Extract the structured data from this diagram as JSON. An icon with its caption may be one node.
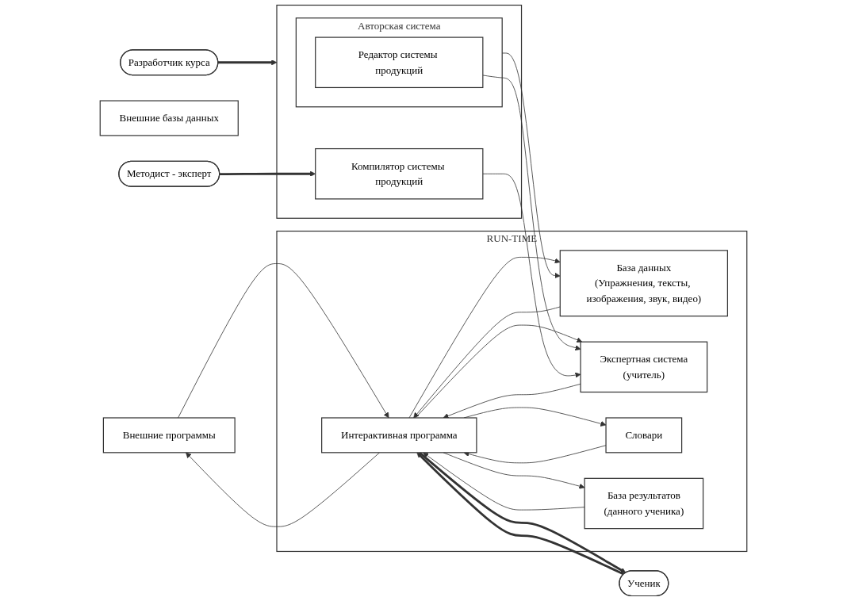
{
  "diagram": {
    "nodes": [
      {
        "text": [
          "Внешние программы"
        ]
      },
      {
        "text": [
          "Внешние базы данных"
        ]
      },
      {
        "text": [
          "RUN-TIME"
        ]
      },
      {
        "text": [
          "База данных",
          "(Упражнения, тексты, изображения, звук, видео)"
        ],
        "in": 2
      },
      {
        "text": [
          "Интерактивная программа"
        ],
        "in": 2
      },
      {
        "text": [
          "Экспертная система",
          "(учитель)"
        ],
        "in": 2
      },
      {
        "text": [
          "Словари"
        ],
        "in": 2
      },
      {
        "text": [
          "База результатов",
          "(данного ученика)"
        ],
        "in": 2
      },
      {
        "text": [
          "Ученик"
        ]
      },
      {
        "text": [
          "Разработчик курса"
        ]
      },
      {
        "text": [],
        "shape": "box"
      },
      {
        "text": [
          "Авторская система"
        ],
        "in": 10
      },
      {
        "text": [
          "Редактор системы продукций"
        ],
        "in": 11
      },
      {
        "text": [
          "Компилятор системы продукций"
        ],
        "in": 10
      },
      {
        "text": [
          "Методист - эксперт"
        ]
      }
    ],
    "edges": [
      {
        "from": 4,
        "to": 0,
        "arrow": "to"
      },
      {
        "from": 0,
        "to": 4,
        "arrow": "to"
      },
      {
        "from": 4,
        "to": 3,
        "arrow": "to"
      },
      {
        "from": 3,
        "to": 4,
        "arrow": "to"
      },
      {
        "from": 5,
        "to": 4,
        "arrow": "to"
      },
      {
        "from": 4,
        "to": 5,
        "arrow": "to"
      },
      {
        "from": 6,
        "to": 4,
        "arrow": "to"
      },
      {
        "from": 4,
        "to": 6,
        "arrow": "to"
      },
      {
        "from": 4,
        "to": 7,
        "arrow": "to"
      },
      {
        "from": 7,
        "to": 4,
        "arrow": "to"
      },
      {
        "from": 8,
        "to": 4,
        "arrow": "to",
        "style": "thick"
      },
      {
        "from": 4,
        "to": 8,
        "arrow": "to",
        "style": "thick"
      },
      {
        "from": 9,
        "to": 10,
        "arrow": "to",
        "style": "thick"
      },
      {
        "from": 11,
        "to": 3,
        "arrow": "to"
      },
      {
        "from": 12,
        "to": 5,
        "arrow": "to"
      },
      {
        "from": 13,
        "to": 5,
        "arrow": "to"
      },
      {
        "from": 14,
        "to": 13,
        "arrow": "to",
        "style": "thick"
      }
    ]
  }
}
